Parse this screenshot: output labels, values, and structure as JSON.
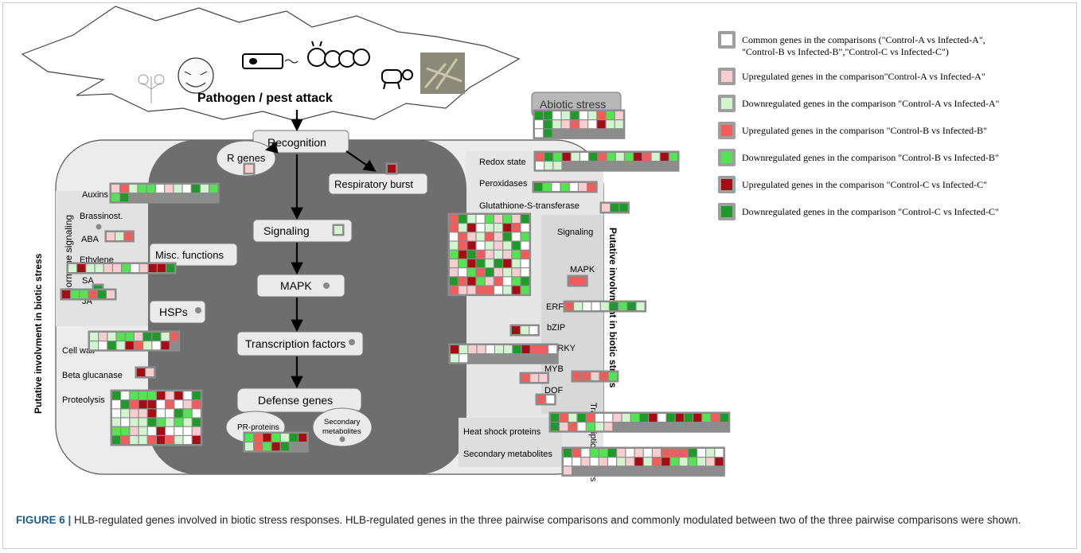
{
  "diagram": {
    "header": "Pathogen / pest attack",
    "nodes": {
      "recognition": "Recognition",
      "r_genes": "R genes",
      "respiratory_burst": "Respiratory burst",
      "signaling": "Signaling",
      "mapk": "MAPK",
      "transcription_factors": "Transcription factors",
      "defense_genes": "Defense genes",
      "pr_proteins": "PR-proteins",
      "secondary_metabolites_1": "Secondary",
      "secondary_metabolites_2": "metabolites",
      "abiotic_stress": "Abiotic stress",
      "misc_functions": "Misc. functions",
      "hsps": "HSPs"
    },
    "left": {
      "hormone_signaling": "Hormone signaling",
      "putative": "Putative involvment in biotic stress",
      "auxins": "Auxins",
      "brassinost": "Brassinost.",
      "aba": "ABA",
      "ethylene": "Ethylene",
      "sa": "SA",
      "ja": "JA",
      "cell_wall": "Cell wall",
      "beta_glucanase": "Beta glucanase",
      "proteolysis": "Proteolysis"
    },
    "right": {
      "redox_state": "Redox state",
      "peroxidases": "Peroxidases",
      "glutathione": "Glutathione-S-transferase",
      "signaling": "Signaling",
      "mapk": "MAPK",
      "erf": "ERF",
      "bzip": "bZIP",
      "wrky": "WRKY",
      "myb": "MYB",
      "dof": "DOF",
      "transcription_factors": "Transcription factors",
      "putative": "Putative involvment in biotic stress",
      "heat_shock_proteins": "Heat shock proteins",
      "secondary_metabolites": "Secondary metabolites"
    }
  },
  "legend": [
    {
      "color": "#ffffff",
      "text": "Common genes in the comparisons (\"Control-A vs Infected-A\",",
      "text2": "\"Control-B vs Infected-B\",\"Control-C vs Infected-C\")"
    },
    {
      "color": "#f8cdd0",
      "text": "Upregulated genes in the comparison\"Control-A vs Infected-A\""
    },
    {
      "color": "#d2f5cf",
      "text": "Downregulated genes in the comparison \"Control-A vs Infected-A\""
    },
    {
      "color": "#f25c5c",
      "text": "Upregulated genes in the comparison \"Control-B vs Infected-B\""
    },
    {
      "color": "#53e353",
      "text": "Downregulated genes in the comparison \"Control-B vs Infected-B\""
    },
    {
      "color": "#a50d14",
      "text": "Upregulated genes in the comparison \"Control-C vs Infected-C\""
    },
    {
      "color": "#1f9a2a",
      "text": "Downregulated genes in the comparison \"Control-C vs Infected-C\""
    }
  ],
  "caption": {
    "label": "FIGURE 6 |",
    "text": " HLB-regulated genes involved in biotic stress responses. HLB-regulated genes in the three pairwise comparisons and commonly modulated between two of the three pairwise comparisons were shown."
  }
}
